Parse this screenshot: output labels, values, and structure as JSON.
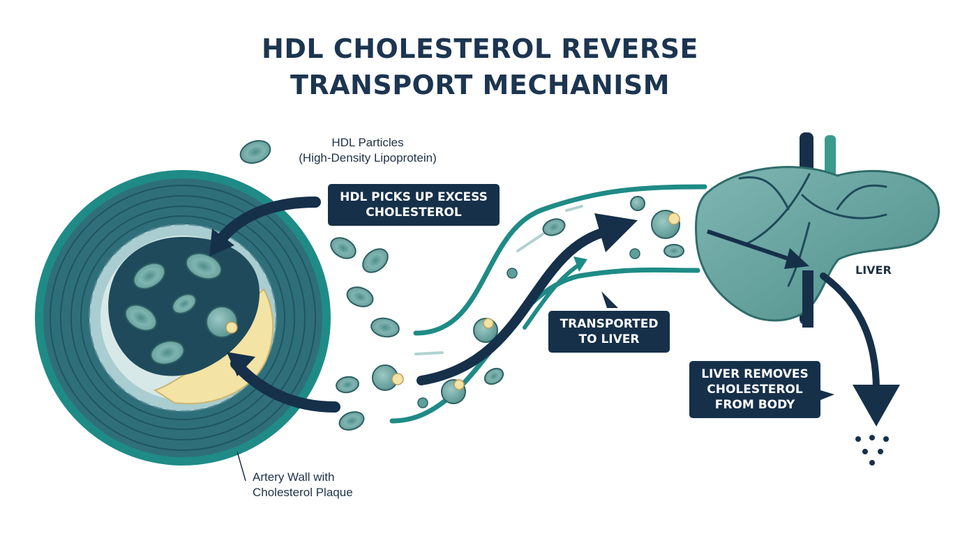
{
  "title": {
    "line1": "HDL CHOLESTEROL REVERSE",
    "line2": "TRANSPORT MECHANISM"
  },
  "labels": {
    "hdl_particles_line1": "HDL Particles",
    "hdl_particles_line2": "(High-Density Lipoprotein)",
    "artery_line1": "Artery Wall with",
    "artery_line2": "Cholesterol Plaque",
    "liver": "LIVER"
  },
  "callouts": {
    "pickup_line1": "HDL PICKS UP EXCESS",
    "pickup_line2": "CHOLESTEROL",
    "transport_line1": "TRANSPORTED",
    "transport_line2": "TO LIVER",
    "removal_line1": "LIVER REMOVES",
    "removal_line2": "CHOLESTEROL",
    "removal_line3": "FROM BODY"
  },
  "colors": {
    "navy": "#16304a",
    "teal": "#2a8f8a",
    "teal_light": "#8fc1bd",
    "plaque": "#f3e3a4",
    "liver": "#5f9f9b"
  }
}
